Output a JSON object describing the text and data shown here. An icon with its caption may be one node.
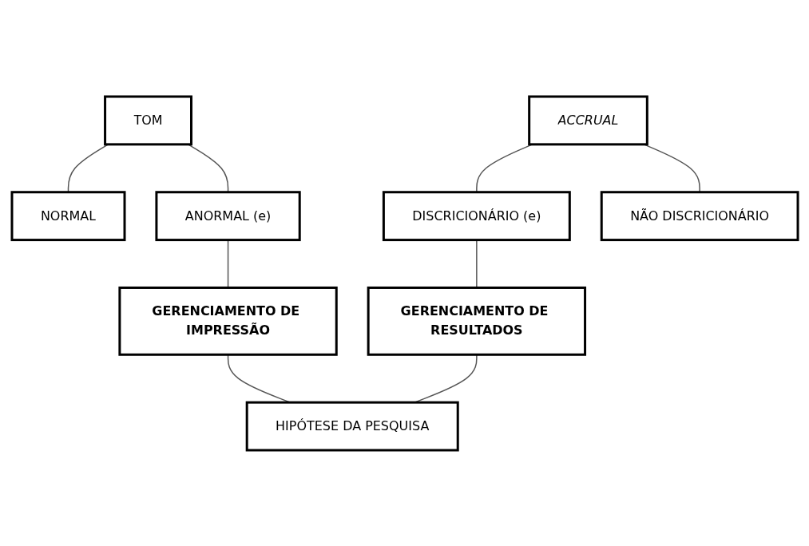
{
  "diagram": {
    "nodes": [
      {
        "text": [
          "TOM"
        ]
      },
      {
        "text": [
          "ACCRUAL"
        ]
      },
      {
        "text": [
          "NORMAL"
        ]
      },
      {
        "text": [
          "ANORMAL (e)"
        ]
      },
      {
        "text": [
          "DISCRICIONÁRIO (e)"
        ]
      },
      {
        "text": [
          "NÃO DISCRICIONÁRIO"
        ]
      },
      {
        "text": [
          "GERENCIAMENTO DE IMPRESSÃO"
        ]
      },
      {
        "text": [
          "GERENCIAMENTO DE RESULTADOS"
        ]
      },
      {
        "text": [
          "HIPÓTESE DA PESQUISA"
        ]
      }
    ],
    "edges": [
      {
        "from": 0,
        "to": 2,
        "arrow": "none"
      },
      {
        "from": 0,
        "to": 3,
        "arrow": "none"
      },
      {
        "from": 1,
        "to": 4,
        "arrow": "none"
      },
      {
        "from": 1,
        "to": 5,
        "arrow": "none"
      },
      {
        "from": 3,
        "to": 6,
        "arrow": "none"
      },
      {
        "from": 4,
        "to": 7,
        "arrow": "none"
      },
      {
        "from": 6,
        "to": 8,
        "arrow": "none"
      },
      {
        "from": 7,
        "to": 8,
        "arrow": "none"
      }
    ]
  }
}
